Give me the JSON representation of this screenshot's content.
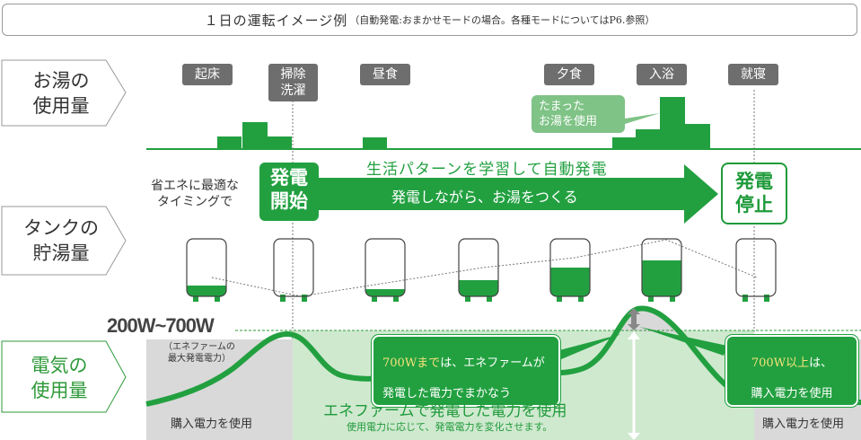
{
  "title": {
    "main": "１日の運転イメージ例",
    "sub": "（自動発電:おまかせモードの場合。各種モードについてはP6.参照）"
  },
  "rows": {
    "usage": "お湯の\n使用量",
    "tank": "タンクの\n貯湯量",
    "power": "電気の\n使用量"
  },
  "events": {
    "wake": "起床",
    "clean": "掃除\n洗濯",
    "lunch": "昼食",
    "dinner": "夕食",
    "bath": "入浴",
    "sleep": "就寝"
  },
  "usage_bubble": "たまった\nお湯を使用",
  "timing_text": "省エネに最適な\nタイミングで",
  "start_box": "発電\n開始",
  "stop_box": "発電\n停止",
  "arrow_line1": "生活パターンを学習して自動発電",
  "arrow_line2": "発電しながら、お湯をつくる",
  "power_range": "200W~700W",
  "power_range_note": "（エネファームの\n最大発電電力）",
  "callout_left": {
    "highlight": "700Wまで",
    "text1": "は、エネファームが",
    "text2": "発電した電力でまかなう"
  },
  "callout_right": {
    "highlight": "700W以上",
    "text1": "は、",
    "text2": "購入電力を使用"
  },
  "buy_left": "購入電力を使用",
  "buy_right": "購入電力を使用",
  "ene_main": "エネファームで発電した電力を使用",
  "ene_sub": "使用電力に応じて、発電電力を変化させます。",
  "tank_levels": [
    0.18,
    0.0,
    0.12,
    0.28,
    0.5,
    0.62,
    0.0
  ],
  "colors": {
    "green": "#22a040",
    "light_green": "#cfe9cf",
    "gray": "#d9d9d9",
    "tag": "#6e6e6e"
  }
}
